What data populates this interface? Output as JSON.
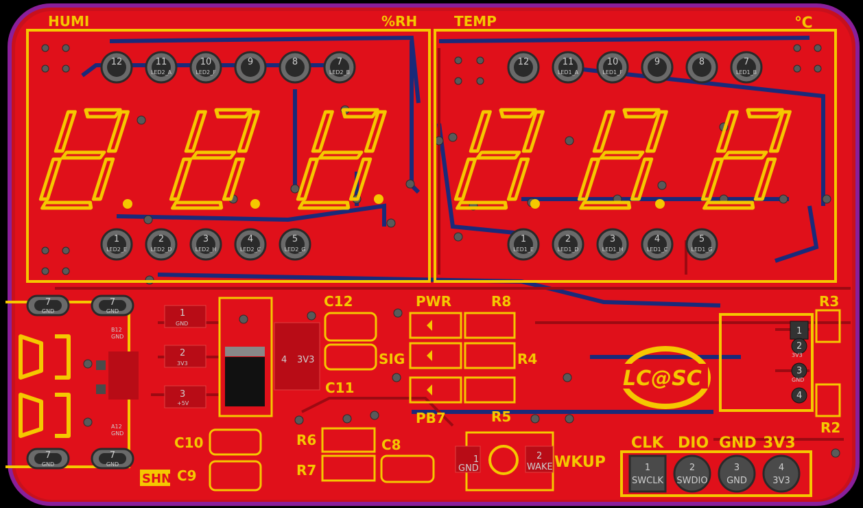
{
  "labels": {
    "humi": "HUMI",
    "rh": "%RH",
    "temp": "TEMP",
    "celsius": "℃",
    "c12": "C12",
    "c11": "C11",
    "c10": "C10",
    "c9": "C9",
    "c8": "C8",
    "pwr": "PWR",
    "sig": "SIG",
    "pb7": "PB7",
    "r8": "R8",
    "r4": "R4",
    "r5": "R5",
    "r3": "R3",
    "r2": "R2",
    "r6": "R6",
    "r7": "R7",
    "wkup": "WKUP",
    "shn": "SHN",
    "logo": "LC@SC",
    "clk": "CLK",
    "dio": "DIO",
    "gnd": "GND",
    "v33": "3V3"
  },
  "led2_top": [
    {
      "num": "12",
      "sub": ""
    },
    {
      "num": "11",
      "sub": "LED2_A"
    },
    {
      "num": "10",
      "sub": "LED2_F"
    },
    {
      "num": "9",
      "sub": ""
    },
    {
      "num": "8",
      "sub": ""
    },
    {
      "num": "7",
      "sub": "LED2_B"
    }
  ],
  "led2_bottom": [
    {
      "num": "1",
      "sub": "LED2_E"
    },
    {
      "num": "2",
      "sub": "LED2_D"
    },
    {
      "num": "3",
      "sub": "LED2_H"
    },
    {
      "num": "4",
      "sub": "LED2_C"
    },
    {
      "num": "5",
      "sub": "LED2_G"
    }
  ],
  "led1_top": [
    {
      "num": "12",
      "sub": ""
    },
    {
      "num": "11",
      "sub": "LED1_A"
    },
    {
      "num": "10",
      "sub": "LED1_F"
    },
    {
      "num": "9",
      "sub": ""
    },
    {
      "num": "8",
      "sub": ""
    },
    {
      "num": "7",
      "sub": "LED1_B"
    }
  ],
  "led1_bottom": [
    {
      "num": "1",
      "sub": "LED1_E"
    },
    {
      "num": "2",
      "sub": "LED1_D"
    },
    {
      "num": "3",
      "sub": "LED1_H"
    },
    {
      "num": "4",
      "sub": "LED1_C"
    },
    {
      "num": "5",
      "sub": "LED1_G"
    }
  ],
  "usb": {
    "mount_pin": "7",
    "mount_net": "GND",
    "b12": "B12\nGND",
    "a12": "A12\nGND"
  },
  "regulator": {
    "p1": "1",
    "p1n": "GND",
    "p2": "2",
    "p2n": "3V3",
    "p3": "3",
    "p3n": "+5V",
    "tab": "4",
    "tabn": "3V3"
  },
  "sensor": {
    "p1": "1",
    "p2": "2",
    "p3": "3",
    "p4": "4",
    "p3n": "GND",
    "p2n": "3V3"
  },
  "button": {
    "p1": "1",
    "p1n": "GND",
    "p2": "2",
    "p2n": "WAKE"
  },
  "swd_header": [
    {
      "num": "1",
      "net": "SWCLK"
    },
    {
      "num": "2",
      "net": "SWDIO"
    },
    {
      "num": "3",
      "net": "GND"
    },
    {
      "num": "4",
      "net": "3V3"
    }
  ],
  "colors": {
    "copper_top": "#e0101a",
    "silkscreen": "#f5c800",
    "board_outline": "#8a1f9a",
    "bottom_copper": "#1a2a7a"
  }
}
